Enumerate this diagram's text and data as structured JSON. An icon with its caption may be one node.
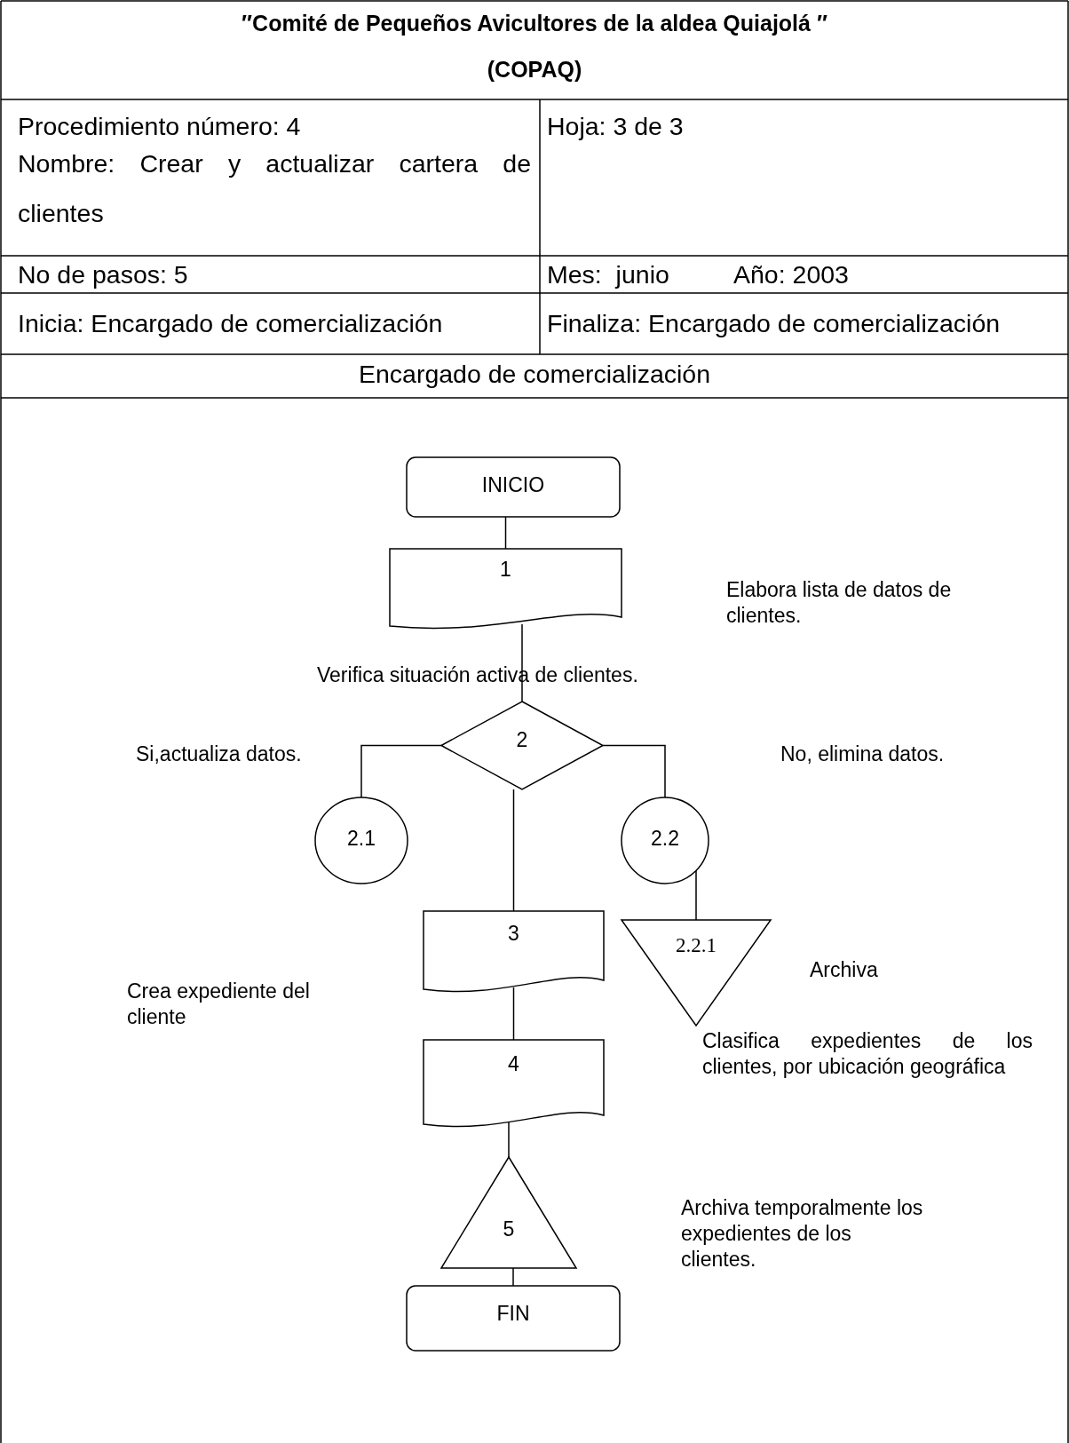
{
  "diagram": {
    "title": "″Comité de Pequeños Avicultores de la aldea Quiajolá ″",
    "nodes": [
      {
        "text": [
          "INICIO"
        ]
      },
      {
        "text": [
          "1"
        ]
      },
      {
        "text": [
          "2"
        ]
      },
      {
        "text": [
          "2.1"
        ]
      },
      {
        "text": [
          "2.2"
        ]
      },
      {
        "text": [
          "3"
        ]
      },
      {
        "text": [
          "2.2.1"
        ]
      },
      {
        "text": [
          "4"
        ]
      },
      {
        "text": [
          "5"
        ]
      },
      {
        "text": [
          "FIN"
        ]
      }
    ],
    "edges": [
      {
        "from": 0,
        "to": 1,
        "arrow": "none"
      },
      {
        "from": 1,
        "to": 2,
        "arrow": "none"
      },
      {
        "from": 2,
        "to": 3,
        "arrow": "none"
      },
      {
        "from": 2,
        "to": 4,
        "arrow": "none"
      },
      {
        "from": 2,
        "to": 5,
        "arrow": "none"
      },
      {
        "from": 4,
        "to": 6,
        "arrow": "none"
      },
      {
        "from": 5,
        "to": 7,
        "arrow": "none"
      },
      {
        "from": 7,
        "to": 8,
        "arrow": "none"
      },
      {
        "from": 8,
        "to": 9,
        "arrow": "none"
      }
    ],
    "labels": [
      "(COPAQ)",
      "Procedimiento número: 4",
      "Nombre: Crear y actualizar cartera de clientes",
      "Hoja: 3 de 3",
      "No de pasos: 5",
      "Mes:  junio",
      "Año: 2003",
      "Inicia: Encargado de comercialización",
      "Finaliza: Encargado de comercialización",
      "Encargado de comercialización",
      "Elabora lista de datos de clientes.",
      "Verifica situación activa de clientes.",
      "Si,actualiza datos.",
      "No, elimina datos.",
      "Archiva",
      "Crea expediente del cliente",
      "Clasifica expedientes de los clientes, por ubicación geográfica",
      "Archiva temporalmente los expedientes de los clientes."
    ]
  }
}
